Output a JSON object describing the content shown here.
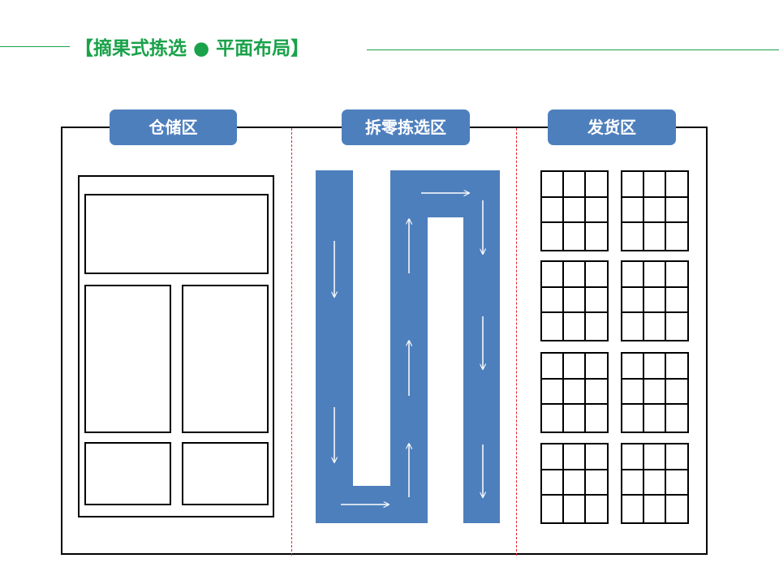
{
  "title": "【摘果式拣选 ● 平面布局】",
  "zones": {
    "storage": {
      "label": "仓储区"
    },
    "picking": {
      "label": "拆零拣选区"
    },
    "shipping": {
      "label": "发货区"
    }
  },
  "colors": {
    "accent": "#1aa24a",
    "zone_fill": "#4e7fbd",
    "divider": "#e8242a"
  }
}
